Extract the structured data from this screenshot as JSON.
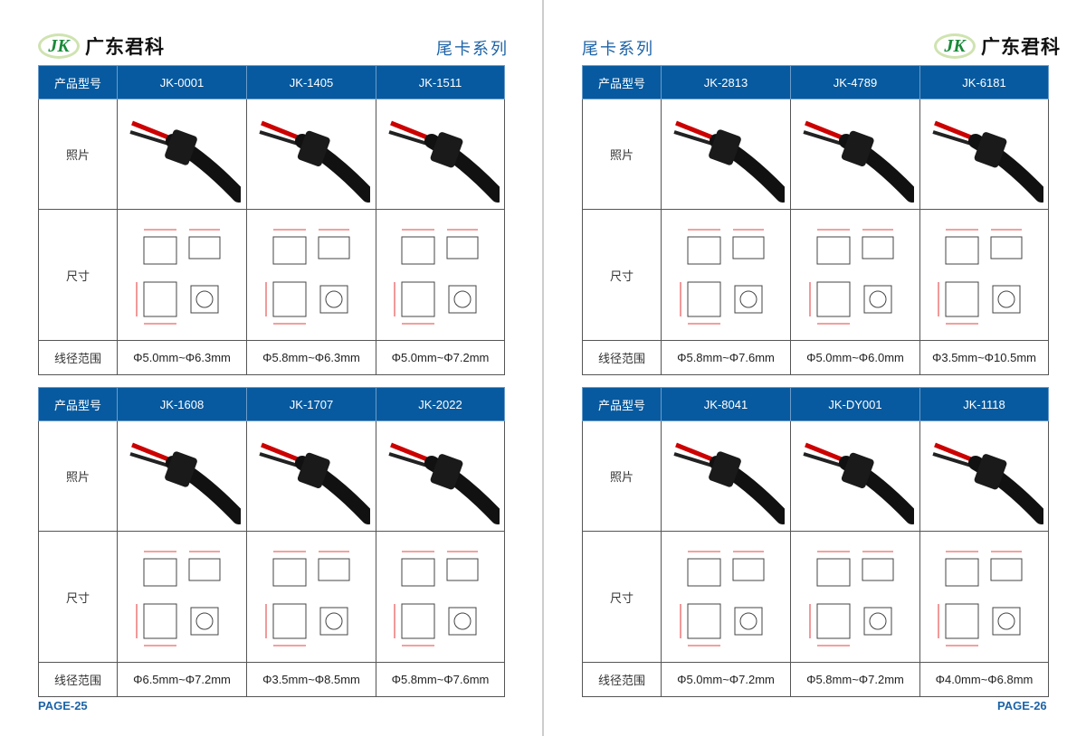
{
  "brand": {
    "logo_text": "JK",
    "name": "广东君科"
  },
  "series_title": "尾卡系列",
  "row_labels": {
    "model": "产品型号",
    "photo": "照片",
    "size": "尺寸",
    "range": "线径范围"
  },
  "pages": [
    {
      "page_label": "PAGE-25",
      "tables": [
        {
          "models": [
            "JK-0001",
            "JK-1405",
            "JK-1511"
          ],
          "ranges": [
            "Φ5.0mm~Φ6.3mm",
            "Φ5.8mm~Φ6.3mm",
            "Φ5.0mm~Φ7.2mm"
          ]
        },
        {
          "models": [
            "JK-1608",
            "JK-1707",
            "JK-2022"
          ],
          "ranges": [
            "Φ6.5mm~Φ7.2mm",
            "Φ3.5mm~Φ8.5mm",
            "Φ5.8mm~Φ7.6mm"
          ]
        }
      ]
    },
    {
      "page_label": "PAGE-26",
      "tables": [
        {
          "models": [
            "JK-2813",
            "JK-4789",
            "JK-6181"
          ],
          "ranges": [
            "Φ5.8mm~Φ7.6mm",
            "Φ5.0mm~Φ6.0mm",
            "Φ3.5mm~Φ10.5mm"
          ]
        },
        {
          "models": [
            "JK-8041",
            "JK-DY001",
            "JK-1118"
          ],
          "ranges": [
            "Φ5.0mm~Φ7.2mm",
            "Φ5.8mm~Φ7.2mm",
            "Φ4.0mm~Φ6.8mm"
          ]
        }
      ]
    }
  ]
}
